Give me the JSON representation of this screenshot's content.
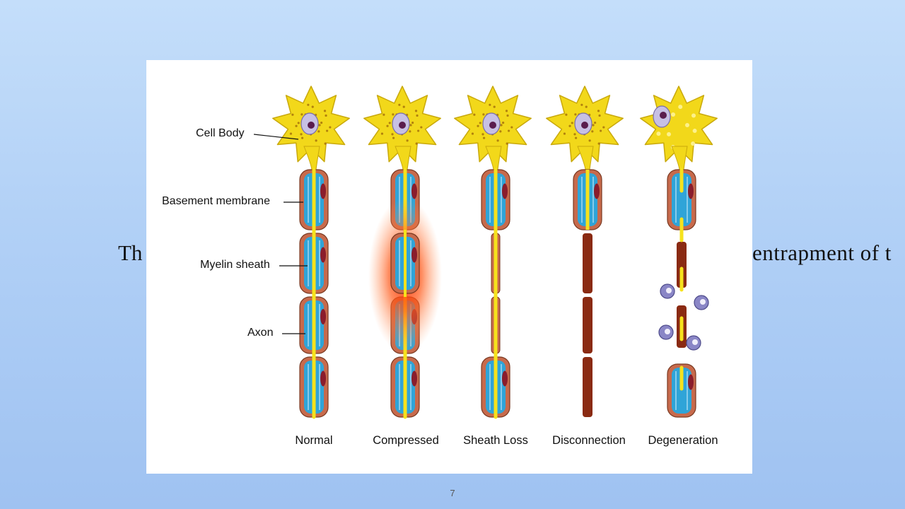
{
  "slide": {
    "bg_text_left": "Th",
    "bg_text_right": "entrapment of t",
    "page_number": "7"
  },
  "figure": {
    "labels": {
      "cell_body": "Cell Body",
      "basement_membrane": "Basement membrane",
      "myelin_sheath": "Myelin sheath",
      "axon": "Axon"
    },
    "stages": [
      {
        "id": "normal",
        "caption": "Normal"
      },
      {
        "id": "compressed",
        "caption": "Compressed"
      },
      {
        "id": "sheath_loss",
        "caption": "Sheath Loss"
      },
      {
        "id": "disconnection",
        "caption": "Disconnection"
      },
      {
        "id": "degeneration",
        "caption": "Degeneration"
      }
    ],
    "colors": {
      "cell": "#f2d81a",
      "cell_edge": "#c9a90c",
      "nucleus": "#c7c0e4",
      "nucleolus": "#5a1d4e",
      "schwann": "#c76a4c",
      "myelin": "#2fa4d8",
      "axon": "#f6e21c",
      "degen": "#8a2a12",
      "macrophage": "#8a86c6",
      "inflammation": "#ff2a00"
    }
  }
}
